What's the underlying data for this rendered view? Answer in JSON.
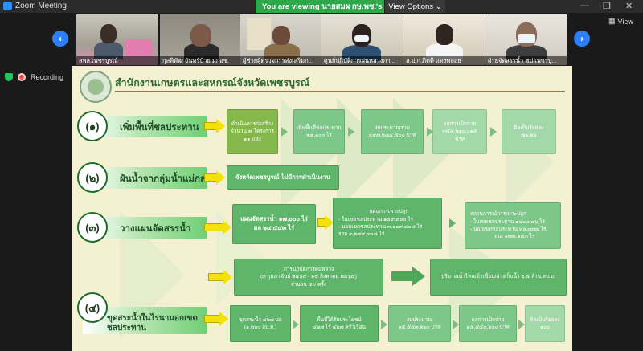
{
  "window": {
    "title": "Zoom Meeting",
    "banner": "You are viewing นายสมผ กษ.พช.'s screen",
    "view_options": "View Options",
    "view_button": "View"
  },
  "participants": [
    {
      "name": "สพส.เพชรบูรณ์"
    },
    {
      "name": "กุลพิพัฒ จันทร์บ้าย มกอช."
    },
    {
      "name": "ผู้ช่วยผู้ตรวจการส่งเสริมก..."
    },
    {
      "name": "ศูนย์ปฏิบัติการฝนหลวงภา..."
    },
    {
      "name": "ส.ป.ก.ภิตติ แดงพลอย"
    },
    {
      "name": "ฝ่ายจัดสรรน้ำ ชป.เพชรบู..."
    }
  ],
  "status": {
    "recording": "Recording"
  },
  "slide": {
    "title": "สำนักงานเกษตรและสหกรณ์จังหวัดเพชรบูรณ์",
    "rows": [
      {
        "num": "(๑)",
        "label": "เพิ่มพื้นที่ชลประทาน",
        "boxes": [
          [
            "ดำเนินการก่อสร้าง",
            "จำนวน ๗ โครงการ",
            "๑๑ แห่ง"
          ],
          [
            "เพิ่มพื้นที่ชลประทาน",
            "๒๗,๑๐๐ ไร่"
          ],
          [
            "งบประมาณรวม",
            "๔๙๗,๒๘๔,๕๐๐ บาท"
          ],
          [
            "ผลการเบิกจ่าย",
            "๓๕๔,๒๑๐,๐๑๕",
            "บาท"
          ],
          [
            "คิดเป็นร้อยละ",
            "๗๑.๒๖"
          ]
        ]
      },
      {
        "num": "(๒)",
        "label": "ผันน้ำจากลุ่มน้ำแม่กลอง",
        "boxes": [
          [
            "จังหวัดเพชรบูรณ์ ไม่มีการดำเนินงาน"
          ]
        ]
      },
      {
        "num": "(๓)",
        "label": "วางแผนจัดสรรน้ำ",
        "boxes": [
          [
            "แผนจัดสรรน้ำ ๑๗,๐๐๐ ไร่",
            "ผล ๒๔,๕๔๓ ไร่"
          ],
          [
            "แผนการเพาะปลูก",
            "- ในเขตชลประทาน  ๑๕๙,๙๐๐ ไร่",
            "- นอกเขตชลประทาน ๓,๑๑๙,๔๐๘ ไร่",
            "รวม ๓,๒๗๙,๓๐๘ ไร่"
          ],
          [
            "สถานการณ์การเพาะปลูก",
            "- ในเขตชลประทาน  ๑๔๐,๓๗๖ ไร่",
            "- นอกเขตชลประทาน ๓๖,๗๗๗ ไร่",
            "รวม ๑๗๗,๑๕๓ ไร่"
          ]
        ]
      },
      {
        "num": "",
        "label": "",
        "boxes": [
          [
            "การปฏิบัติการฝนหลวง",
            "(๓ กุมภาพันธ์ ๒๕๖๔ - ๑๕ สิงหาคม ๒๕๖๔)",
            "จำนวน ๕๙ ครั้ง"
          ],
          [
            "ปริมาณน้ำไหลเข้าเขื่อน/อ่างเก็บน้ำ ๖.๕ ล้าน.ลบ.ม."
          ]
        ]
      },
      {
        "num": "(๔)",
        "label": "ขุดสระน้ำในไร่นานอกเขตชลประทาน",
        "boxes": [
          [
            "ขุดสระน้ำ ๔๒๗ บ่อ",
            "(๑,๒๖๐ ลบ.ม.)"
          ],
          [
            "พื้นที่ได้รับประโยชน์",
            "๔๒๗ ไร่  ๔๒๗ ครัวเรือน"
          ],
          [
            "งบประมาณ",
            "๑๕,๕๔๓,๒๖๐ บาท"
          ],
          [
            "ผลการเบิกจ่าย",
            "๑๕,๕๔๓,๒๖๐ บาท"
          ],
          [
            "คิดเป็นร้อยละ",
            "๑๐๐"
          ]
        ]
      }
    ]
  },
  "colors": {
    "slide_bg": "#f4f1d2",
    "title_green": "#2b6b2e",
    "box_green": "#5fb56a",
    "arrow_yellow": "#f2e20a",
    "banner_green": "#2ea84a",
    "nav_blue": "#2d7ff9"
  },
  "icons": [
    "zoom-logo-icon",
    "chevron-left-icon",
    "chevron-right-icon",
    "grid-view-icon",
    "shield-icon",
    "record-icon"
  ]
}
